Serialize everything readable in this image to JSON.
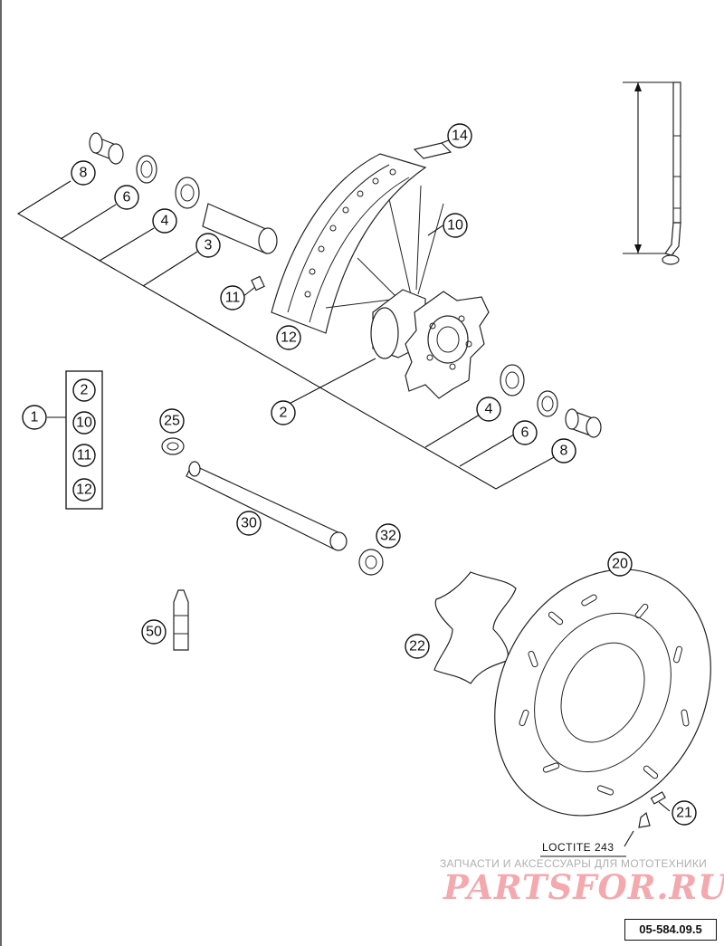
{
  "diagram": {
    "callouts": {
      "c1": "1",
      "c2_box": "2",
      "c10_box": "10",
      "c11_box": "11",
      "c12_box": "12",
      "c8_left": "8",
      "c6_left": "6",
      "c4_left": "4",
      "c3": "3",
      "c11": "11",
      "c12": "12",
      "c14": "14",
      "c10": "10",
      "c2": "2",
      "c4_right": "4",
      "c6_right": "6",
      "c8_right": "8",
      "c25": "25",
      "c30": "30",
      "c32": "32",
      "c50": "50",
      "c22": "22",
      "c20": "20",
      "c21": "21"
    },
    "loctite_label": "LOCTITE 243",
    "reference": "05-584.09.5",
    "watermark": {
      "caption": "ЗАПЧАСТИ И АКСЕССУАРЫ ДЛЯ МОТОТЕХНИКИ",
      "logo": "PARTSFOR.RU"
    }
  }
}
